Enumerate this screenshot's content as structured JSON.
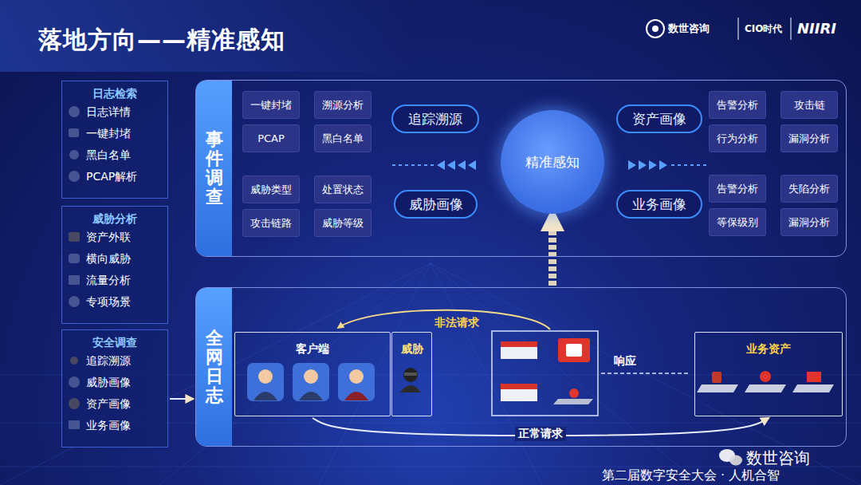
{
  "diagram": {
    "title": "落地方向——精准感知",
    "nodes": [
      {
        "text": [
          "日志检索",
          "日志详情",
          "一键封堵",
          "黑白名单",
          "PCAP解析"
        ]
      },
      {
        "text": [
          "威胁分析",
          "资产外联",
          "横向威胁",
          "流量分析",
          "专项场景"
        ]
      },
      {
        "text": [
          "安全调查",
          "追踪溯源",
          "威胁画像",
          "资产画像",
          "业务画像"
        ]
      },
      {
        "text": [
          "事件调查"
        ]
      },
      {
        "text": [
          "一键封堵"
        ],
        "in": 3
      },
      {
        "text": [
          "溯源分析"
        ],
        "in": 3
      },
      {
        "text": [
          "PCAP"
        ],
        "in": 3
      },
      {
        "text": [
          "黑白名单"
        ],
        "in": 3
      },
      {
        "text": [
          "追踪溯源"
        ],
        "in": 3
      },
      {
        "text": [
          "精准感知"
        ],
        "in": 3
      },
      {
        "text": [
          "资产画像"
        ],
        "in": 3
      },
      {
        "text": [
          "告警分析"
        ],
        "in": 3
      },
      {
        "text": [
          "攻击链"
        ],
        "in": 3
      },
      {
        "text": [
          "行为分析"
        ],
        "in": 3
      },
      {
        "text": [
          "漏洞分析"
        ],
        "in": 3
      },
      {
        "text": [
          "威胁类型"
        ],
        "in": 3
      },
      {
        "text": [
          "处置状态"
        ],
        "in": 3
      },
      {
        "text": [
          "攻击链路"
        ],
        "in": 3
      },
      {
        "text": [
          "威胁等级"
        ],
        "in": 3
      },
      {
        "text": [
          "威胁画像"
        ],
        "in": 3
      },
      {
        "text": [
          "业务画像"
        ],
        "in": 3
      },
      {
        "text": [
          "告警分析"
        ],
        "in": 3
      },
      {
        "text": [
          "失陷分析"
        ],
        "in": 3
      },
      {
        "text": [
          "等保级别"
        ],
        "in": 3
      },
      {
        "text": [
          "漏洞分析"
        ],
        "in": 3
      },
      {
        "text": [
          "全网日志"
        ]
      },
      {
        "text": [
          "客户端"
        ],
        "in": 25
      },
      {
        "text": [
          "威胁"
        ],
        "in": 25
      },
      {
        "text": [
          "业务资产"
        ],
        "in": 25
      }
    ],
    "edges": [
      {
        "from": 2,
        "to": 25,
        "arrow": "to"
      },
      {
        "from": 25,
        "to": 9,
        "arrow": "to"
      },
      {
        "from": 26,
        "to": 28,
        "label": "正常请求",
        "arrow": "to"
      }
    ],
    "labels": [
      "数世咨询",
      "CIO时代",
      "NIIRI",
      "非法请求",
      "响应",
      "数世咨询",
      "第二届数字安全大会 · 人机合智"
    ]
  }
}
